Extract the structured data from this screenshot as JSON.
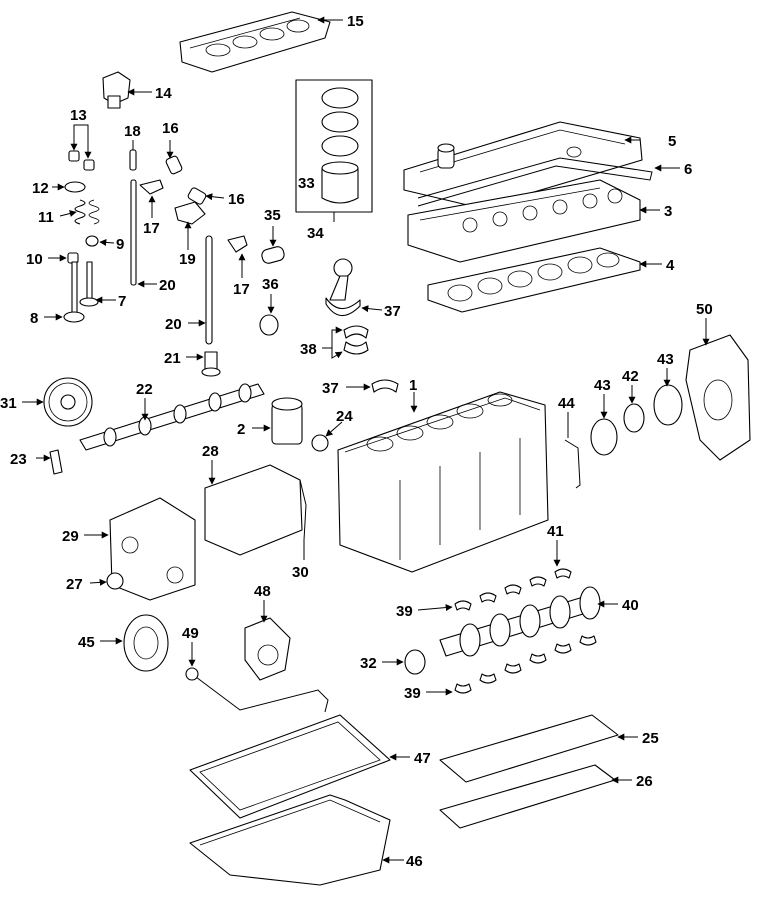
{
  "diagram": {
    "callouts": [
      {
        "id": "c15",
        "label": "15"
      },
      {
        "id": "c14",
        "label": "14"
      },
      {
        "id": "c13",
        "label": "13"
      },
      {
        "id": "c18",
        "label": "18"
      },
      {
        "id": "c16a",
        "label": "16"
      },
      {
        "id": "c12",
        "label": "12"
      },
      {
        "id": "c16b",
        "label": "16"
      },
      {
        "id": "c11",
        "label": "11"
      },
      {
        "id": "c17a",
        "label": "17"
      },
      {
        "id": "c19",
        "label": "19"
      },
      {
        "id": "c35",
        "label": "35"
      },
      {
        "id": "c10",
        "label": "10"
      },
      {
        "id": "c9",
        "label": "9"
      },
      {
        "id": "c17b",
        "label": "17"
      },
      {
        "id": "c20a",
        "label": "20"
      },
      {
        "id": "c36",
        "label": "36"
      },
      {
        "id": "c8",
        "label": "8"
      },
      {
        "id": "c7",
        "label": "7"
      },
      {
        "id": "c20b",
        "label": "20"
      },
      {
        "id": "c33",
        "label": "33"
      },
      {
        "id": "c34",
        "label": "34"
      },
      {
        "id": "c5",
        "label": "5"
      },
      {
        "id": "c6",
        "label": "6"
      },
      {
        "id": "c3",
        "label": "3"
      },
      {
        "id": "c4",
        "label": "4"
      },
      {
        "id": "c37a",
        "label": "37"
      },
      {
        "id": "c38",
        "label": "38"
      },
      {
        "id": "c21",
        "label": "21"
      },
      {
        "id": "c37b",
        "label": "37"
      },
      {
        "id": "c1",
        "label": "1"
      },
      {
        "id": "c50",
        "label": "50"
      },
      {
        "id": "c43a",
        "label": "43"
      },
      {
        "id": "c43b",
        "label": "43"
      },
      {
        "id": "c42",
        "label": "42"
      },
      {
        "id": "c44",
        "label": "44"
      },
      {
        "id": "c31",
        "label": "31"
      },
      {
        "id": "c22",
        "label": "22"
      },
      {
        "id": "c2",
        "label": "2"
      },
      {
        "id": "c24",
        "label": "24"
      },
      {
        "id": "c23",
        "label": "23"
      },
      {
        "id": "c28",
        "label": "28"
      },
      {
        "id": "c29",
        "label": "29"
      },
      {
        "id": "c30",
        "label": "30"
      },
      {
        "id": "c27",
        "label": "27"
      },
      {
        "id": "c41",
        "label": "41"
      },
      {
        "id": "c39a",
        "label": "39"
      },
      {
        "id": "c40",
        "label": "40"
      },
      {
        "id": "c48",
        "label": "48"
      },
      {
        "id": "c45",
        "label": "45"
      },
      {
        "id": "c49",
        "label": "49"
      },
      {
        "id": "c32",
        "label": "32"
      },
      {
        "id": "c39b",
        "label": "39"
      },
      {
        "id": "c25",
        "label": "25"
      },
      {
        "id": "c47",
        "label": "47"
      },
      {
        "id": "c26",
        "label": "26"
      },
      {
        "id": "c46",
        "label": "46"
      }
    ]
  }
}
